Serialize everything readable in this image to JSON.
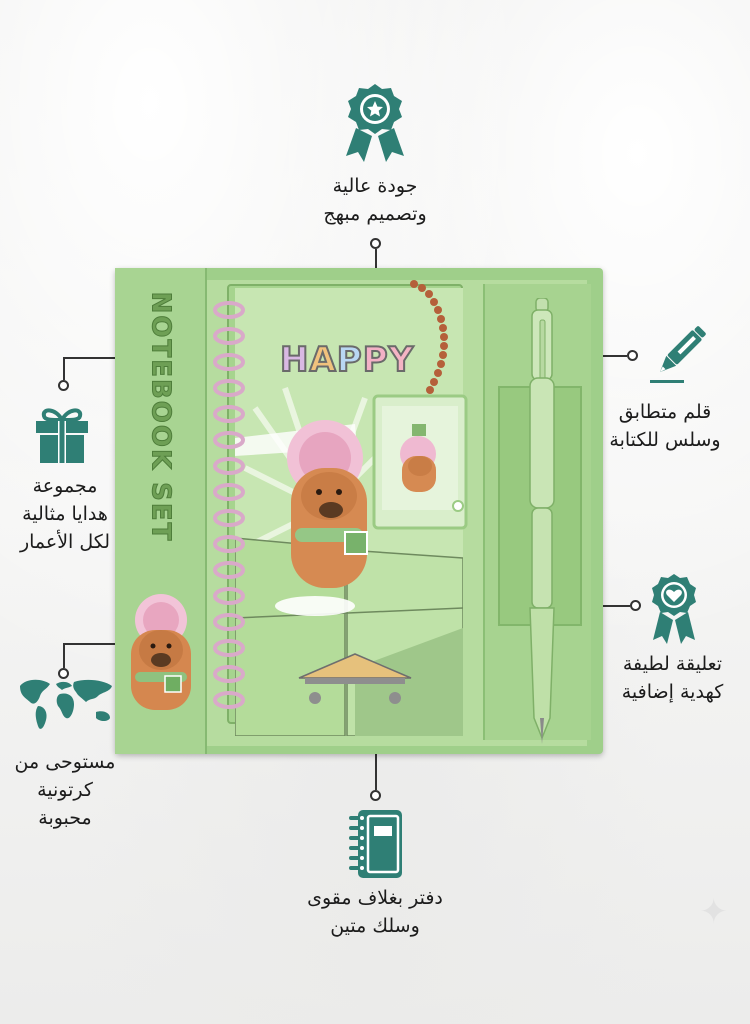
{
  "product": {
    "side_title": "NOTEBOOK SET",
    "cover_word": [
      "H",
      "A",
      "P",
      "P",
      "Y"
    ]
  },
  "callouts": {
    "quality": {
      "icon": "award-badge-icon",
      "line1": "جودة عالية",
      "line2": "وتصميم مبهج"
    },
    "pen": {
      "icon": "pen-icon",
      "line1": "قلم متطابق",
      "line2": "وسلس للكتابة"
    },
    "gift": {
      "icon": "gift-box-icon",
      "line1": "مجموعة",
      "line2": "هدايا مثالية",
      "line3": "لكل الأعمار"
    },
    "tag": {
      "icon": "heart-badge-icon",
      "line1": "تعليقة لطيفة",
      "line2": "كهدية إضافية"
    },
    "world": {
      "icon": "world-map-icon",
      "line1": "مستوحى من",
      "line2": "كرتونية",
      "line3": "محبوبة"
    },
    "notebook": {
      "icon": "notebook-icon",
      "line1": "دفتر بغلاف مقوى",
      "line2": "وسلك متين"
    }
  },
  "colors": {
    "teal": "#2f7f75",
    "box_green": "#9fcf8a",
    "connector": "#333333"
  }
}
